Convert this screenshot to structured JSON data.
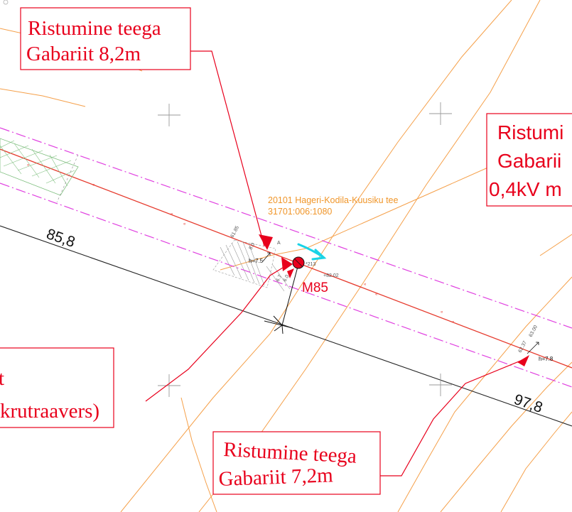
{
  "callouts": {
    "top_left": {
      "line1": "Ristumine teega",
      "line2": "Gabariit 8,2m"
    },
    "right": {
      "line1": "Ristumi",
      "line2": "Gabarii",
      "line3": "0,4kV m"
    },
    "left": {
      "line1": "t",
      "line2": "krutraavers)"
    },
    "bottom": {
      "line1": "Ristumine teega",
      "line2": "Gabariit 7,2m"
    }
  },
  "parcel": {
    "name": "20101 Hageri-Kodila-Kuusiku tee",
    "id": "31701:006:1080"
  },
  "pole": {
    "label": "M85"
  },
  "chainage": {
    "left": "85,8",
    "right": "97,8"
  },
  "heights": {
    "left": "h=7.5",
    "right": "h=7.8"
  },
  "elevation": "+82.02",
  "small_tags": {
    "a": "*213",
    "b": "A"
  },
  "colors": {
    "callout_red": "#e8001c",
    "road_orange": "#f5a04a",
    "power_line_red": "#e63b2e",
    "boundary_magenta": "#e040e0",
    "arrow_cyan": "#19d3e6",
    "hatch_green": "#7fbf7f"
  }
}
